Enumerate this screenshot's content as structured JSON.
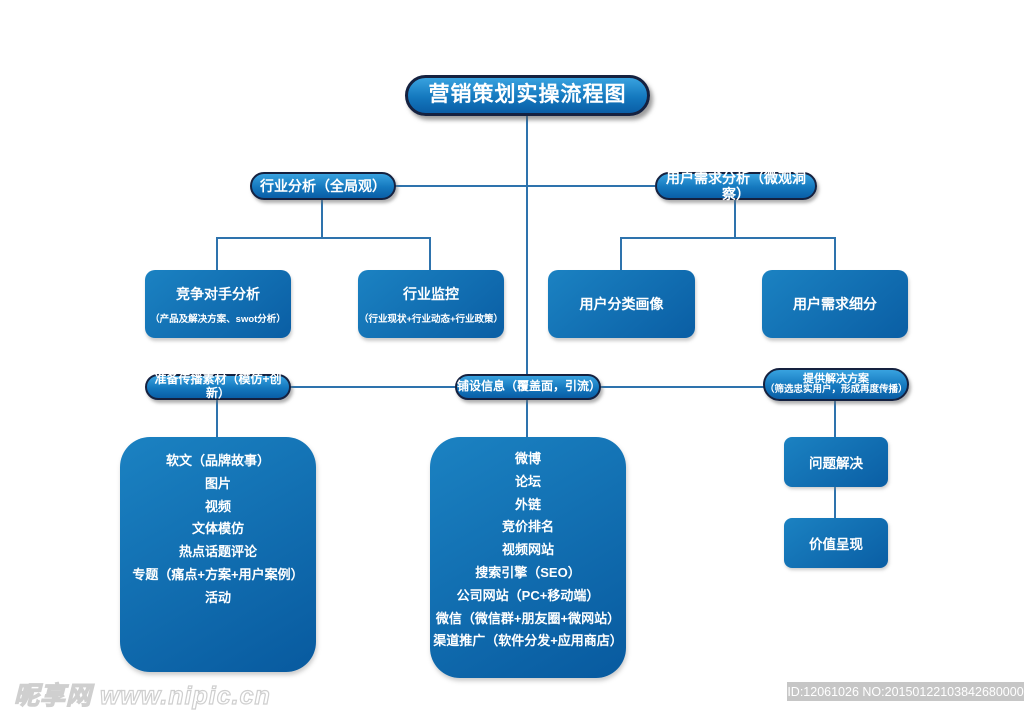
{
  "title": "营销策划实操流程图",
  "level2": {
    "industry_analysis": "行业分析（全局观）",
    "user_demand_analysis": "用户需求分析（微观洞察）"
  },
  "level3": {
    "competitor": {
      "title": "竞争对手分析",
      "subtitle": "（产品及解决方案、swot分析）"
    },
    "monitoring": {
      "title": "行业监控",
      "subtitle": "（行业现状+行业动态+行业政策）"
    },
    "persona": {
      "title": "用户分类画像"
    },
    "segmentation": {
      "title": "用户需求细分"
    }
  },
  "level4": {
    "materials": "准备传播素材（模仿+创新）",
    "spread": "铺设信息（覆盖面，引流）",
    "solution_line1": "提供解决方案",
    "solution_line2": "（筛选忠实用户，形成再度传播）"
  },
  "level5": {
    "materials_items": [
      "软文（品牌故事）",
      "图片",
      "视频",
      "文体模仿",
      "热点话题评论",
      "专题（痛点+方案+用户案例）",
      "活动"
    ],
    "spread_items": [
      "微博",
      "论坛",
      "外链",
      "竞价排名",
      "视频网站",
      "搜索引擎（SEO）",
      "公司网站（PC+移动端）",
      "微信（微信群+朋友圈+微网站）",
      "渠道推广（软件分发+应用商店）"
    ],
    "problem": "问题解决",
    "value": "价值呈现"
  },
  "footer": {
    "watermark": "昵享网 www.nipic.cn",
    "id_text": "ID:12061026 NO:20150122103842680000"
  },
  "colors": {
    "node_blue_light": "#38a2df",
    "node_blue_dark": "#0a5ea6",
    "node_border": "#15213f",
    "connector_line": "#2e73ad",
    "id_bar_bg": "#c6c6c6",
    "text": "#ffffff"
  }
}
